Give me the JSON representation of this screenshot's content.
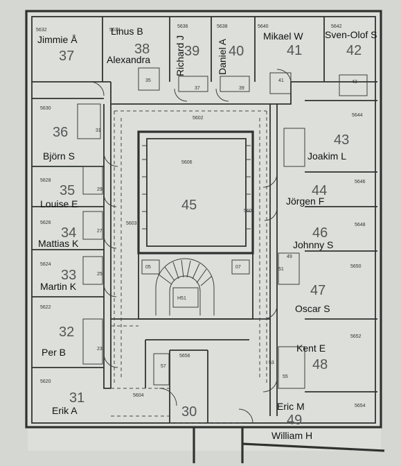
{
  "rooms": {
    "r37": {
      "code": "5632",
      "number": "37",
      "occupant": "Jimmie Å"
    },
    "r38": {
      "code": "5634",
      "number": "38",
      "occupant": "Linus B",
      "occupant2": "Alexandra"
    },
    "r39": {
      "code": "5636",
      "number": "39",
      "occupant": "Richard J"
    },
    "r40": {
      "code": "5638",
      "number": "40",
      "occupant": "Daniel A"
    },
    "r41": {
      "code": "5640",
      "number": "41",
      "occupant": "Mikael W"
    },
    "r42": {
      "code": "5642",
      "number": "42",
      "occupant": "Sven-Olof S"
    },
    "r36": {
      "code": "5630",
      "number": "36",
      "occupant": "Björn S"
    },
    "r35": {
      "code": "5628",
      "number": "35",
      "occupant": "Louise E"
    },
    "r34": {
      "code": "5626",
      "number": "34",
      "occupant": "Mattias K"
    },
    "r33": {
      "code": "5624",
      "number": "33",
      "occupant": "Martin K"
    },
    "r32": {
      "code": "5622",
      "number": "32",
      "occupant": "Per B"
    },
    "r31": {
      "code": "5620",
      "number": "31",
      "occupant": "Erik A"
    },
    "r43": {
      "code": "5644",
      "number": "43",
      "occupant": "Joakim L"
    },
    "r44": {
      "code": "5646",
      "number": "44",
      "occupant": "Jörgen F"
    },
    "r46": {
      "code": "5648",
      "number": "46",
      "occupant": "Johnny S"
    },
    "r47": {
      "code": "5650",
      "number": "47",
      "occupant": "Oscar S"
    },
    "r48": {
      "code": "5652",
      "number": "48",
      "occupant": "Kent E"
    },
    "r49": {
      "code": "5654",
      "number": "49",
      "occupant": "Eric M",
      "occupant2": "William H"
    },
    "r45": {
      "code": "5606",
      "number": "45"
    },
    "r30": {
      "code": "5656",
      "number": "30"
    }
  },
  "corridors": {
    "north": "5602",
    "west": "5603",
    "east": "5601",
    "southwest": "5604"
  },
  "small_labels": {
    "wc35": "35",
    "wc37": "37",
    "wc39": "39",
    "wc41": "41",
    "wc43": "43",
    "wc31": "31",
    "wc29": "29",
    "wc27": "27",
    "wc25": "25",
    "wc23": "23",
    "wc57": "57",
    "wc49": "49",
    "wc51": "51",
    "wc53": "53",
    "wc55": "55",
    "st05": "05",
    "st07": "07",
    "stair": "H51"
  }
}
